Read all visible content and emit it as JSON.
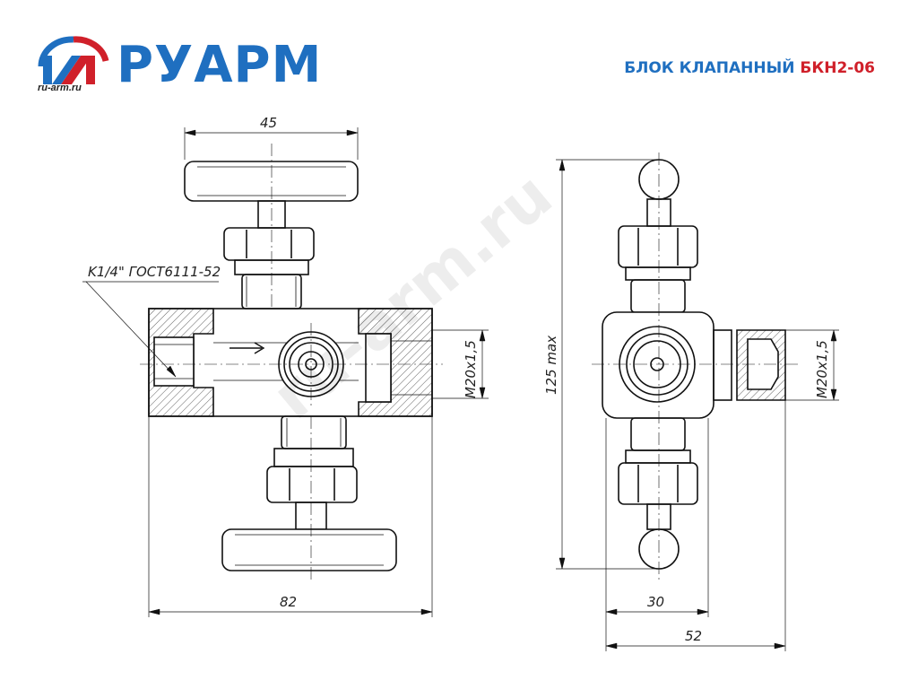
{
  "brand": {
    "name": "РУАРМ",
    "site": "ru-arm.ru"
  },
  "title": {
    "part1": "БЛОК КЛАПАННЫЙ ",
    "part2": "БКН2-06"
  },
  "colors": {
    "brand_blue": "#1f6fc0",
    "brand_red": "#d0202a"
  },
  "dimensions": {
    "front_width_top": "45",
    "front_width_total": "82",
    "thread_label": "K1/4\" ГОСТ6111-52",
    "thread_right_front": "M20x1,5",
    "side_height": "125 max",
    "side_inner": "30",
    "side_total": "52",
    "thread_right_side": "M20x1,5"
  },
  "watermark": "ru-arm.ru"
}
